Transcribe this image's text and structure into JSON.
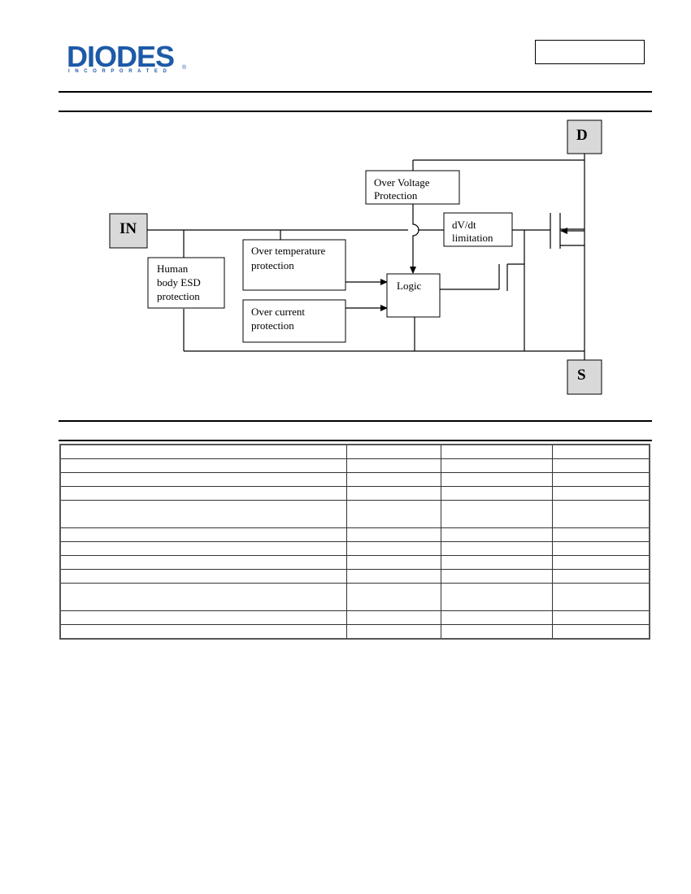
{
  "header": {
    "logo_text": "DIODES",
    "logo_subtext": "INCORPORATED",
    "logo_mark": "®",
    "part_number": ""
  },
  "block_diagram": {
    "pins": {
      "drain": "D",
      "source": "S",
      "input": "IN"
    },
    "blocks": {
      "over_voltage": [
        "Over Voltage",
        "Protection"
      ],
      "dv_dt": [
        "dV/dt",
        "limitation"
      ],
      "over_temperature": [
        "Over temperature",
        "protection"
      ],
      "over_current": [
        "Over current",
        "protection"
      ],
      "esd": [
        "Human",
        "body ESD",
        "protection"
      ],
      "logic": "Logic"
    }
  },
  "table": {
    "rows": [
      {
        "tall": false,
        "cells": [
          "",
          "",
          "",
          ""
        ]
      },
      {
        "tall": false,
        "cells": [
          "",
          "",
          "",
          ""
        ]
      },
      {
        "tall": false,
        "cells": [
          "",
          "",
          "",
          ""
        ]
      },
      {
        "tall": false,
        "cells": [
          "",
          "",
          "",
          ""
        ]
      },
      {
        "tall": true,
        "cells": [
          "",
          "",
          "",
          ""
        ]
      },
      {
        "tall": false,
        "cells": [
          "",
          "",
          "",
          ""
        ]
      },
      {
        "tall": false,
        "cells": [
          "",
          "",
          "",
          ""
        ]
      },
      {
        "tall": false,
        "cells": [
          "",
          "",
          "",
          ""
        ]
      },
      {
        "tall": false,
        "cells": [
          "",
          "",
          "",
          ""
        ]
      },
      {
        "tall": true,
        "cells": [
          "",
          "",
          "",
          ""
        ]
      },
      {
        "tall": false,
        "cells": [
          "",
          "",
          "",
          ""
        ]
      },
      {
        "tall": false,
        "cells": [
          "",
          "",
          "",
          ""
        ]
      }
    ]
  },
  "colors": {
    "brand": "#1d5aa8",
    "pin_fill": "#d9d9d9"
  }
}
